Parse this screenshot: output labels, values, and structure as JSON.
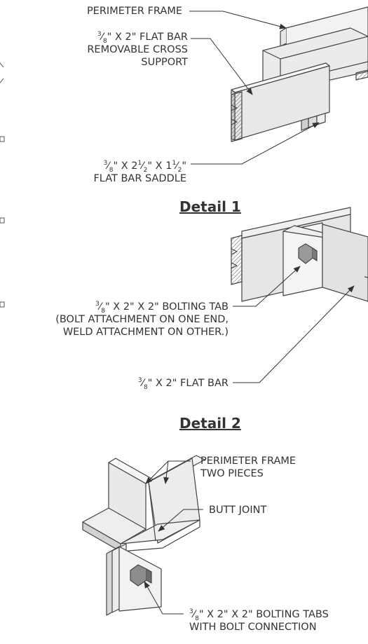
{
  "detail1": {
    "title": "Detail 1",
    "label_frame": "PERIMETER FRAME",
    "label_crossbar": {
      "num": "3",
      "den": "8",
      "line1": "\" X 2\" FLAT BAR",
      "line2": "REMOVABLE CROSS",
      "line3": "SUPPORT"
    },
    "label_saddle": {
      "num": "3",
      "den": "8",
      "line1": "\" X 2",
      "f1num": "1",
      "f1den": "2",
      "mid": "\" X 1",
      "f2num": "1",
      "f2den": "2",
      "end": "\"",
      "line2": "FLAT BAR SADDLE"
    }
  },
  "detail2": {
    "title": "Detail 2",
    "label_tab": {
      "num": "3",
      "den": "8",
      "line1": "\" X 2\" X 2\" BOLTING TAB",
      "line2": "(BOLT ATTACHMENT ON ONE END,",
      "line3": "WELD ATTACHMENT ON OTHER.)"
    },
    "label_flatbar": {
      "num": "3",
      "den": "8",
      "text": "\" X 2\" FLAT BAR"
    }
  },
  "detail3": {
    "label_frame": {
      "line1": "PERIMETER FRAME",
      "line2": "TWO PIECES"
    },
    "label_butt": "BUTT JOINT",
    "label_tabs": {
      "num": "3",
      "den": "8",
      "line1": "\" X 2\" X 2\" BOLTING TABS",
      "line2": "WITH BOLT CONNECTION"
    }
  },
  "colors": {
    "line": "#444444",
    "face_light": "#f2f2f2",
    "face_mid": "#dcdcdc",
    "face_dark": "#bdbdbd",
    "bolt": "#8c8c8c"
  }
}
